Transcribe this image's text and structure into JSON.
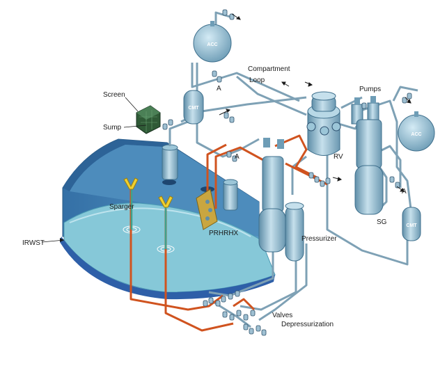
{
  "labels": {
    "acc_top": "ACC",
    "acc_right": "ACC",
    "cmt_left": "CMT",
    "cmt_right": "CMT",
    "screen": "Screen",
    "sump": "Sump",
    "compartment": "Compartment",
    "loop": "Loop",
    "pumps": "Pumps",
    "rv": "RV",
    "sg": "SG",
    "sparger": "Sparger",
    "prhrhx": "PRHRHX",
    "irwst": "IRWST",
    "pressurizer": "Pressurizer",
    "valves": "Valves",
    "depressurization": "Depressurization",
    "a_upper": "A",
    "a_mid": "A",
    "a_right": "A"
  },
  "colors": {
    "tank_fill": "#a7c9da",
    "tank_dark": "#6e9db6",
    "irwst_wall": "#3f7fb2",
    "irwst_water": "#7ec3d4",
    "irwst_bottom": "#2e5fa8",
    "pipe_blue": "#7ea1b5",
    "pipe_orange": "#d0531f",
    "pipe_green": "#3fa28c",
    "sparger_yellow": "#f0d030",
    "screen_green": "#2f5a36",
    "hx_gold": "#c9a640"
  }
}
